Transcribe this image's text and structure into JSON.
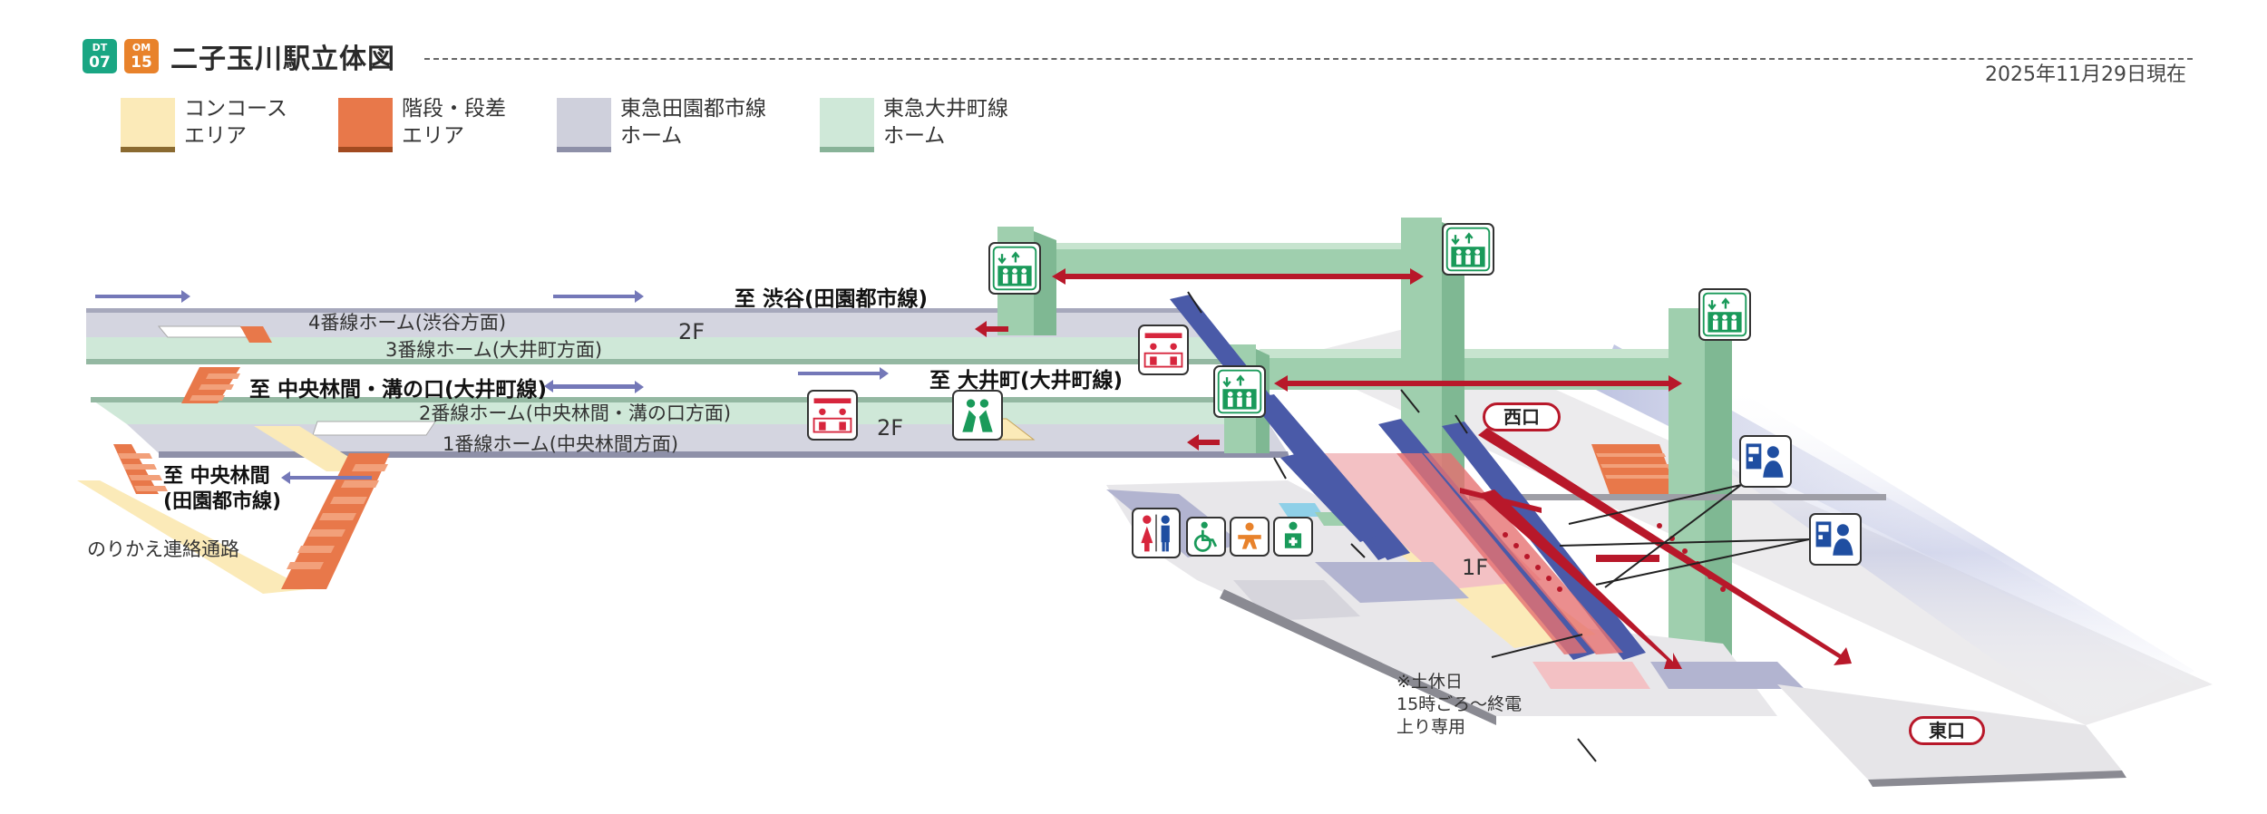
{
  "header": {
    "badges": [
      {
        "line": "DT",
        "num": "07",
        "color": "#1aa683"
      },
      {
        "line": "OM",
        "num": "15",
        "color": "#e8822b"
      }
    ],
    "title": "二子玉川駅立体図",
    "date": "2025年11月29日現在"
  },
  "legend": [
    {
      "label": "コンコース\nエリア",
      "color": "#fbeab8",
      "shadow": "#8a6a30"
    },
    {
      "label": "階段・段差\nエリア",
      "color": "#e8784a",
      "shadow": "#a24a20"
    },
    {
      "label": "東急田園都市線\nホーム",
      "color": "#cfd0dc",
      "shadow": "#8e90a8"
    },
    {
      "label": "東急大井町線\nホーム",
      "color": "#cfe8d8",
      "shadow": "#88b398"
    }
  ],
  "labels": {
    "to_shibuya": "至 渋谷(田園都市線)",
    "platform4": "4番線ホーム(渋谷方面)",
    "platform3": "3番線ホーム(大井町方面)",
    "floor_2f_a": "2F",
    "to_chuo_mizo": "至 中央林間・溝の口(大井町線)",
    "to_oimachi": "至 大井町(大井町線)",
    "platform2": "2番線ホーム(中央林間・溝の口方面)",
    "platform1": "1番線ホーム(中央林間方面)",
    "floor_2f_b": "2F",
    "to_chuo_den": "至 中央林間\n(田園都市線)",
    "transfer": "のりかえ連絡通路",
    "floor_1f": "1F",
    "weekend_note": "※土休日\n 15時ごろ～終電\n 上り専用",
    "exit_west": "西口",
    "exit_east": "東口"
  },
  "icons": {
    "elevator": "elevator-icon",
    "ticket_gate": "ticket-gate-icon",
    "transfer_gate": "transfer-gate-icon",
    "restroom": "restroom-icon",
    "accessible": "wheelchair-icon",
    "baby": "baby-room-icon",
    "multipurpose": "multipurpose-toilet-icon",
    "ticket_machine": "ticket-machine-icon"
  },
  "colors": {
    "concourse": "#fbeab8",
    "stairs": "#e8784a",
    "denentoshi": "#cfd0dc",
    "oimachi": "#cfe8d8",
    "route_arrow": "#b8182a",
    "escalator": "#4a5aa8"
  }
}
